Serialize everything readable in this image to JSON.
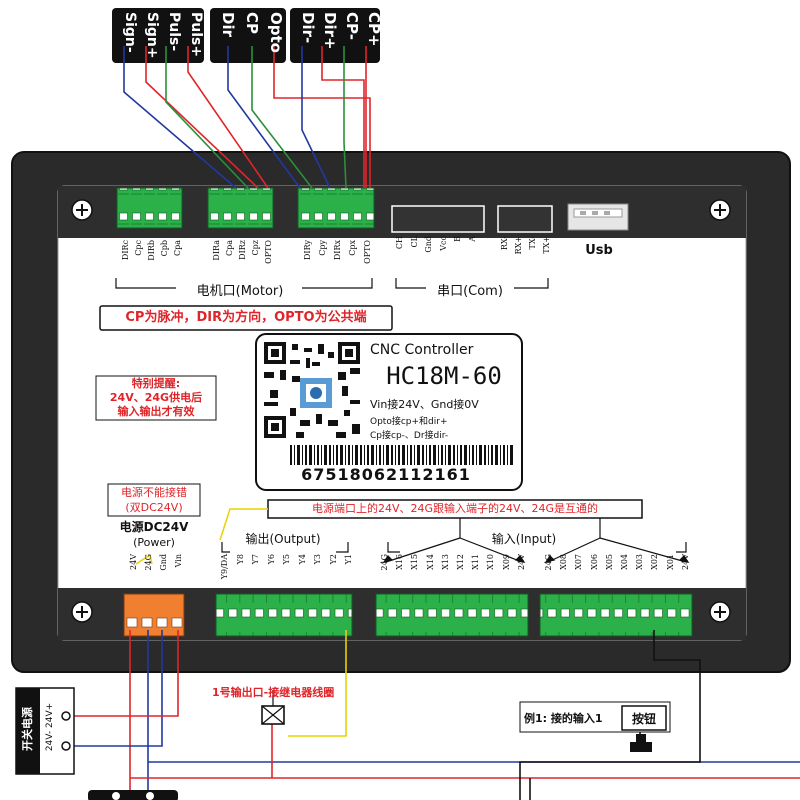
{
  "top_connectors": {
    "group1": [
      "Sign-",
      "Sign+",
      "Puls-",
      "Puls+"
    ],
    "group2": [
      "Dir",
      "CP",
      "Opto"
    ],
    "group3": [
      "Dir-",
      "Dir+",
      "CP-",
      "CP+"
    ]
  },
  "motor_terminals": {
    "block1": [
      "DIRc",
      "Cpc",
      "DIRb",
      "Cpb",
      "Cpa"
    ],
    "block2": [
      "DIRa",
      "Cpa",
      "DIRz",
      "Cpz",
      "OPTO"
    ],
    "block3": [
      "DIRy",
      "Cpy",
      "DIRx",
      "Cpx",
      "OPTO"
    ]
  },
  "motor_section_label": "电机口(Motor)",
  "com_terminals": [
    "CH",
    "CL",
    "Gnd",
    "Vcc",
    "B",
    "A"
  ],
  "com_terminals_2": [
    "RX-",
    "RX+",
    "TX-",
    "TX+"
  ],
  "com_section_label": "串口(Com)",
  "usb_label": "Usb",
  "cp_note": "CP为脉冲，DIR为方向，OPTO为公共端",
  "special_note": [
    "特别提醒:",
    "24V、24G供电后",
    "输入输出才有效"
  ],
  "controller_label": {
    "line1": "CNC Controller",
    "model": "HC18M-60",
    "vin_note": "Vin接24V、Gnd接0V",
    "opto_note1": "Opto接cp+和dir+",
    "opto_note2": "Cp接cp-、Dr接dir-",
    "serial": "67518062112161"
  },
  "power_warning": [
    "电源不能接错",
    "(双DC24V)"
  ],
  "power_label": [
    "电源DC24V",
    "(Power)"
  ],
  "common_note": "电源端口上的24V、24G跟输入端子的24V、24G是互通的",
  "output_label": "输出(Output)",
  "input_label": "输入(Input)",
  "power_terminals": [
    "24V",
    "24G",
    "Gnd",
    "Vin"
  ],
  "output_terminals": [
    "Y9/DA",
    "Y8",
    "Y7",
    "Y6",
    "Y5",
    "Y4",
    "Y3",
    "Y2",
    "Y1"
  ],
  "input_terminals_1": [
    "24G",
    "X16",
    "X15",
    "X14",
    "X13",
    "X12",
    "X11",
    "X10",
    "X09",
    "24V"
  ],
  "input_terminals_2": [
    "24G",
    "X08",
    "X07",
    "X06",
    "X05",
    "X04",
    "X03",
    "X02",
    "X01",
    "24V"
  ],
  "relay_label": "1号输出口-接继电器线圈",
  "psu_label": [
    "开关电源",
    "24V- 24V+"
  ],
  "example_label": "例1: 接的输入1",
  "button_label": "按钮",
  "colors": {
    "red": "#e0252a",
    "blue": "#2238a0",
    "green": "#2a8f3a",
    "yellow": "#e8d200",
    "terminal_green": "#2bb04a",
    "panel": "#2a2a2a",
    "note_yellow": "#ffff00"
  }
}
